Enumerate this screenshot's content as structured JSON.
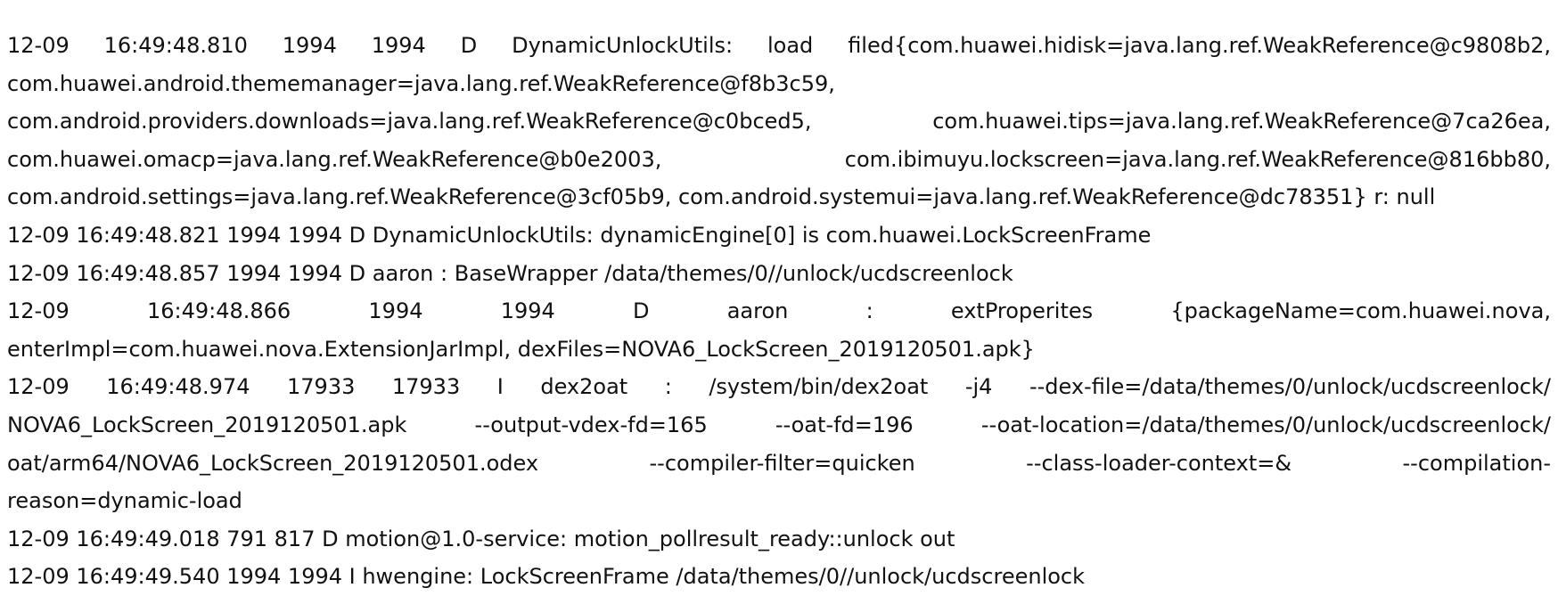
{
  "log": {
    "lines": [
      {
        "segments": [
          "12-09 16:49:48.810 1994 1994 D DynamicUnlockUtils: load filed{com.huawei.hidisk=java.lang.ref.WeakReference@c9808b2,",
          "com.huawei.android.thememanager=java.lang.ref.WeakReference@f8b3c59,",
          "com.android.providers.downloads=java.lang.ref.WeakReference@c0bced5, com.huawei.tips=java.lang.ref.WeakReference@7ca26ea,",
          "com.huawei.omacp=java.lang.ref.WeakReference@b0e2003, com.ibimuyu.lockscreen=java.lang.ref.WeakReference@816bb80,",
          "com.android.settings=java.lang.ref.WeakReference@3cf05b9, com.android.systemui=java.lang.ref.WeakReference@dc78351} r: null"
        ]
      },
      {
        "segments": [
          "12-09 16:49:48.821 1994 1994 D DynamicUnlockUtils: dynamicEngine[0] is com.huawei.LockScreenFrame"
        ]
      },
      {
        "segments": [
          "12-09 16:49:48.857 1994 1994 D aaron : BaseWrapper /data/themes/0//unlock/ucdscreenlock"
        ]
      },
      {
        "segments": [
          "12-09 16:49:48.866 1994 1994 D aaron : extProperites {packageName=com.huawei.nova,",
          "enterImpl=com.huawei.nova.ExtensionJarImpl, dexFiles=NOVA6_LockScreen_2019120501.apk}"
        ]
      },
      {
        "segments": [
          "12-09 16:49:48.974 17933 17933 I dex2oat : /system/bin/dex2oat -j4 --dex-file=/data/themes/0/unlock/ucdscreenlock/",
          "NOVA6_LockScreen_2019120501.apk --output-vdex-fd=165 --oat-fd=196 --oat-location=/data/themes/0/unlock/ucdscreenlock/",
          "oat/arm64/NOVA6_LockScreen_2019120501.odex --compiler-filter=quicken --class-loader-context=& --compilation-",
          "reason=dynamic-load"
        ]
      },
      {
        "segments": [
          "12-09 16:49:49.018 791 817 D motion@1.0-service: motion_pollresult_ready::unlock out"
        ]
      },
      {
        "segments": [
          "12-09 16:49:49.540 1994 1994 I hwengine: LockScreenFrame /data/themes/0//unlock/ucdscreenlock"
        ]
      }
    ]
  }
}
